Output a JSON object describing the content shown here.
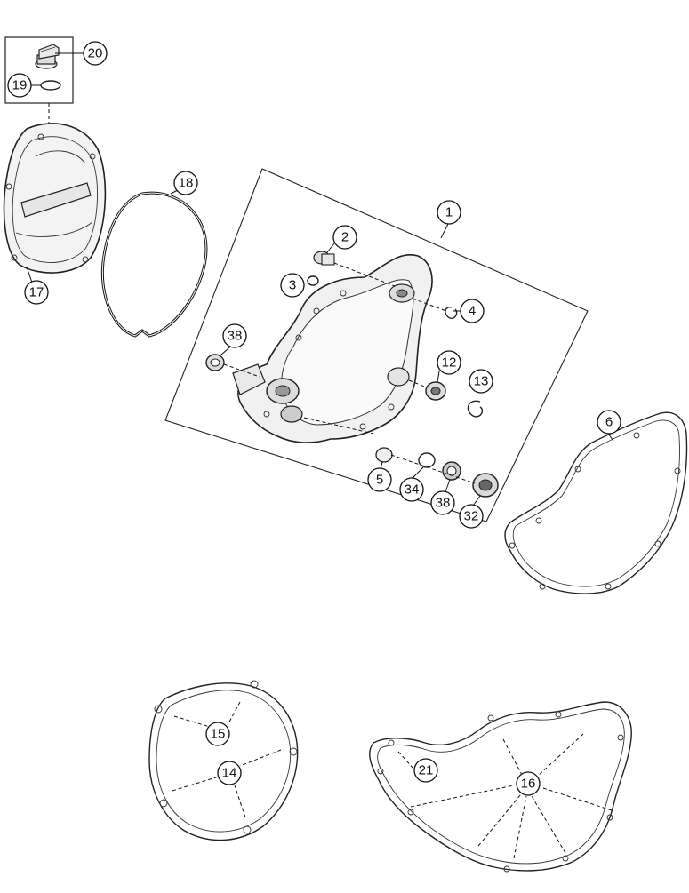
{
  "callouts": [
    {
      "id": "c1",
      "label": "1"
    },
    {
      "id": "c2",
      "label": "2"
    },
    {
      "id": "c3",
      "label": "3"
    },
    {
      "id": "c4",
      "label": "4"
    },
    {
      "id": "c5",
      "label": "5"
    },
    {
      "id": "c6",
      "label": "6"
    },
    {
      "id": "c12",
      "label": "12"
    },
    {
      "id": "c13",
      "label": "13"
    },
    {
      "id": "c14",
      "label": "14"
    },
    {
      "id": "c15",
      "label": "15"
    },
    {
      "id": "c16",
      "label": "16"
    },
    {
      "id": "c17",
      "label": "17"
    },
    {
      "id": "c18",
      "label": "18"
    },
    {
      "id": "c19",
      "label": "19"
    },
    {
      "id": "c20",
      "label": "20"
    },
    {
      "id": "c21",
      "label": "21"
    },
    {
      "id": "c32",
      "label": "32"
    },
    {
      "id": "c34",
      "label": "34"
    },
    {
      "id": "c38a",
      "label": "38"
    },
    {
      "id": "c38b",
      "label": "38"
    }
  ],
  "colors": {
    "ink": "#222222",
    "background": "#ffffff",
    "part_fill": "#f2f2f2"
  }
}
